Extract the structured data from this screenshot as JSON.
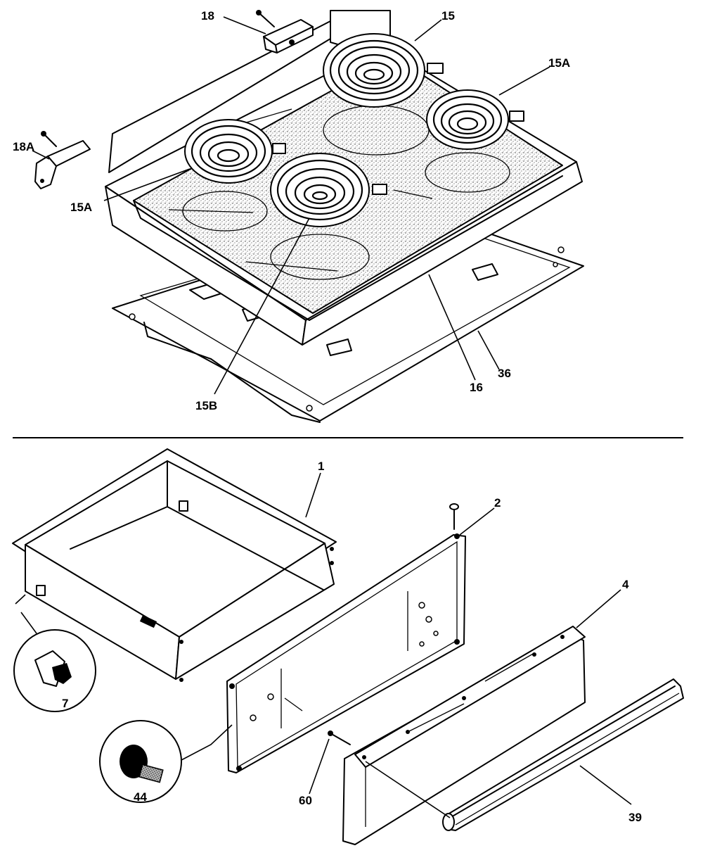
{
  "callouts": {
    "c18": "18",
    "c15_top": "15",
    "c15A_right": "15A",
    "c18A": "18A",
    "c15A_left": "15A",
    "c15B": "15B",
    "c16_lower": "16",
    "c36": "36",
    "c1": "1",
    "c2": "2",
    "c4": "4",
    "c7": "7",
    "c44": "44",
    "c60": "60",
    "c39": "39"
  }
}
